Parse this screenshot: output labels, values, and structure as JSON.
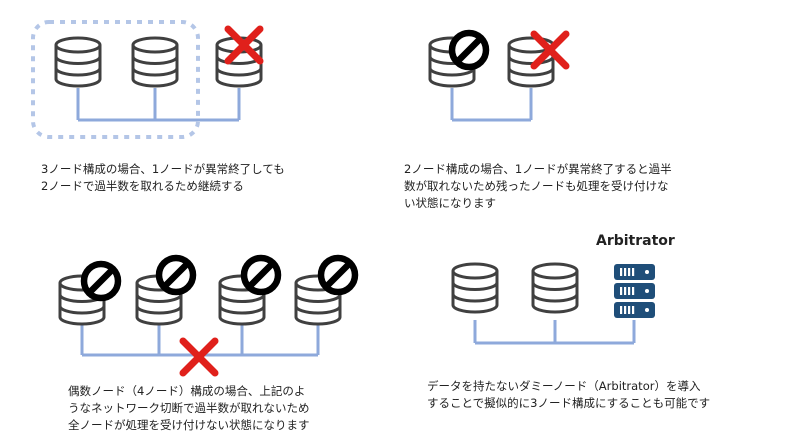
{
  "colors": {
    "db_stroke": "#404040",
    "connector": "#8EA9DB",
    "highlight_border": "#B4C6E7",
    "fail_mark": "#E0201B",
    "blocked_mark": "#000000",
    "arbitrator": "#1F4E79"
  },
  "icons": {
    "database": "database-icon",
    "fail": "red-x-icon",
    "blocked": "prohibited-icon",
    "arbitrator": "server-rack-icon"
  },
  "scenarios": [
    {
      "caption_lines": [
        "3ノード構成の場合、1ノードが異常終了しても",
        "2ノードで過半数を取れるため継続する"
      ]
    },
    {
      "caption_lines": [
        "2ノード構成の場合、1ノードが異常終了すると過半",
        "数が取れないため残ったノードも処理を受け付けな",
        "い状態になります"
      ]
    },
    {
      "caption_lines": [
        "偶数ノード（4ノード）構成の場合、上記のよ",
        "うなネットワーク切断で過半数が取れないため",
        "全ノードが処理を受け付けない状態になります"
      ]
    },
    {
      "title": "Arbitrator",
      "caption_lines": [
        "データを持たないダミーノード（Arbitrator）を導入",
        "することで擬似的に3ノード構成にすることも可能です"
      ]
    }
  ]
}
